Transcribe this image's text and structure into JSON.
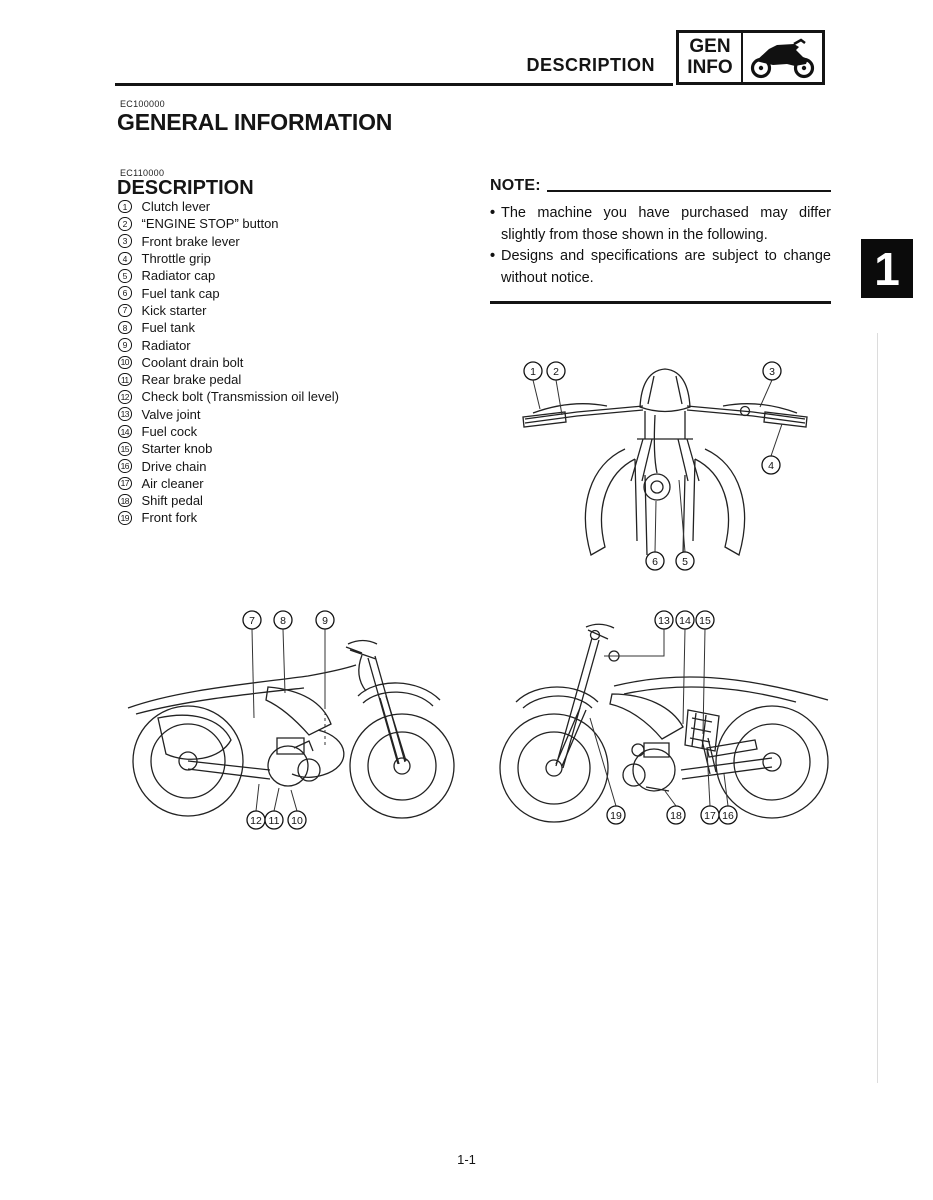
{
  "header": {
    "title": "DESCRIPTION",
    "tab_box": {
      "line1": "GEN",
      "line2": "INFO",
      "icon": "motorcycle-icon"
    },
    "chapter_tab": "1"
  },
  "section": {
    "code": "EC100000",
    "title": "GENERAL INFORMATION"
  },
  "subsection": {
    "code": "EC110000",
    "title": "DESCRIPTION"
  },
  "parts_list": [
    {
      "num": "1",
      "label": "Clutch lever"
    },
    {
      "num": "2",
      "label": "“ENGINE STOP” button"
    },
    {
      "num": "3",
      "label": "Front brake lever"
    },
    {
      "num": "4",
      "label": "Throttle grip"
    },
    {
      "num": "5",
      "label": "Radiator cap"
    },
    {
      "num": "6",
      "label": "Fuel tank cap"
    },
    {
      "num": "7",
      "label": "Kick starter"
    },
    {
      "num": "8",
      "label": "Fuel tank"
    },
    {
      "num": "9",
      "label": "Radiator"
    },
    {
      "num": "10",
      "label": "Coolant drain bolt"
    },
    {
      "num": "11",
      "label": "Rear brake pedal"
    },
    {
      "num": "12",
      "label": "Check bolt (Transmission oil level)"
    },
    {
      "num": "13",
      "label": "Valve joint"
    },
    {
      "num": "14",
      "label": "Fuel cock"
    },
    {
      "num": "15",
      "label": "Starter knob"
    },
    {
      "num": "16",
      "label": "Drive chain"
    },
    {
      "num": "17",
      "label": "Air cleaner"
    },
    {
      "num": "18",
      "label": "Shift pedal"
    },
    {
      "num": "19",
      "label": "Front fork"
    }
  ],
  "note": {
    "title": "NOTE:",
    "items": [
      "The machine you have purchased may differ slightly from those shown in the following.",
      "Designs and specifications are subject to change without notice."
    ]
  },
  "figures": {
    "front_view": {
      "callouts": [
        "1",
        "2",
        "3",
        "4",
        "6",
        "5"
      ]
    },
    "left_view": {
      "callouts": [
        "7",
        "8",
        "9",
        "12",
        "11",
        "10"
      ]
    },
    "right_view": {
      "callouts": [
        "13",
        "14",
        "15",
        "19",
        "18",
        "17",
        "16"
      ]
    }
  },
  "footer": {
    "page_number": "1-1"
  }
}
